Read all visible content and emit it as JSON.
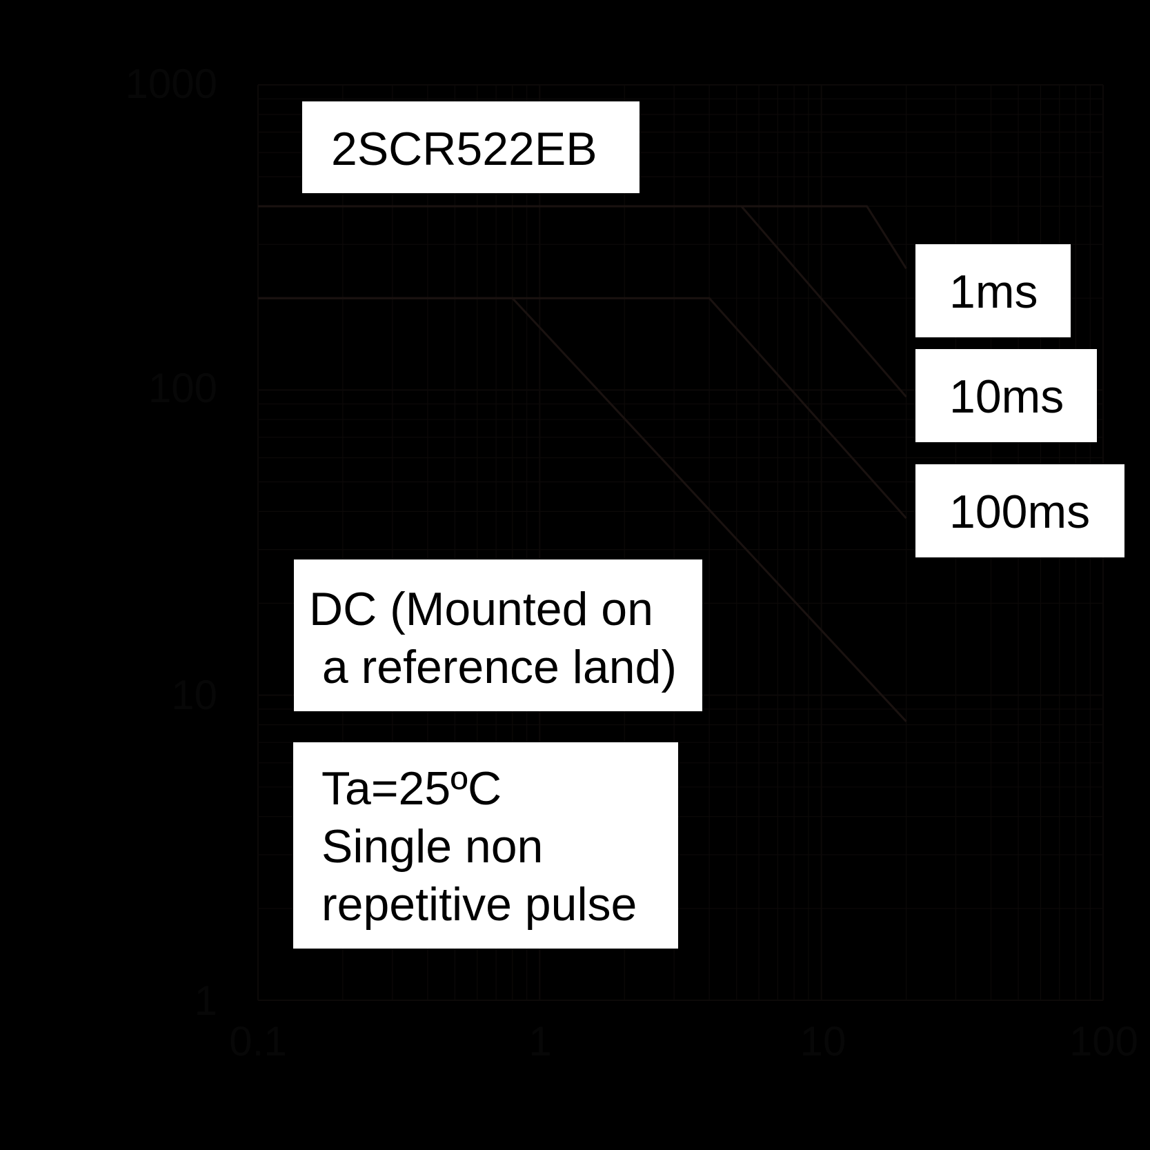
{
  "chart_data": {
    "type": "line",
    "title": "",
    "xlabel": "",
    "ylabel": "",
    "xscale": "log",
    "yscale": "log",
    "xlim": [
      0.1,
      100
    ],
    "ylim": [
      1,
      1000
    ],
    "x_ticks": [
      "0.1",
      "1",
      "10",
      "100"
    ],
    "y_ticks": [
      "1",
      "10",
      "100",
      "1000"
    ],
    "grid": true,
    "series": [
      {
        "name": "1ms",
        "x": [
          0.1,
          14.5,
          20
        ],
        "y": [
          400,
          400,
          250
        ]
      },
      {
        "name": "10ms",
        "x": [
          0.1,
          5.2,
          20
        ],
        "y": [
          400,
          400,
          95
        ]
      },
      {
        "name": "100ms",
        "x": [
          0.1,
          4.0,
          20
        ],
        "y": [
          200,
          200,
          38
        ]
      },
      {
        "name": "",
        "x": [
          0.1,
          0.8,
          20
        ],
        "y": [
          200,
          200,
          8.2
        ]
      }
    ],
    "annotations": {
      "part_number": "2SCR522EB",
      "label_1ms": "1ms",
      "label_10ms": "10ms",
      "label_100ms": "100ms",
      "dc_line1": "DC (Mounted on",
      "dc_line2": " a reference land)",
      "cond_line1": "Ta=25ºC",
      "cond_line2": "Single non",
      "cond_line3": "repetitive pulse"
    },
    "colors": {
      "background": "#000000",
      "grid": "#0c0908",
      "curve": "#1a1210",
      "box_fill": "#ffffff",
      "box_text": "#000000"
    }
  }
}
